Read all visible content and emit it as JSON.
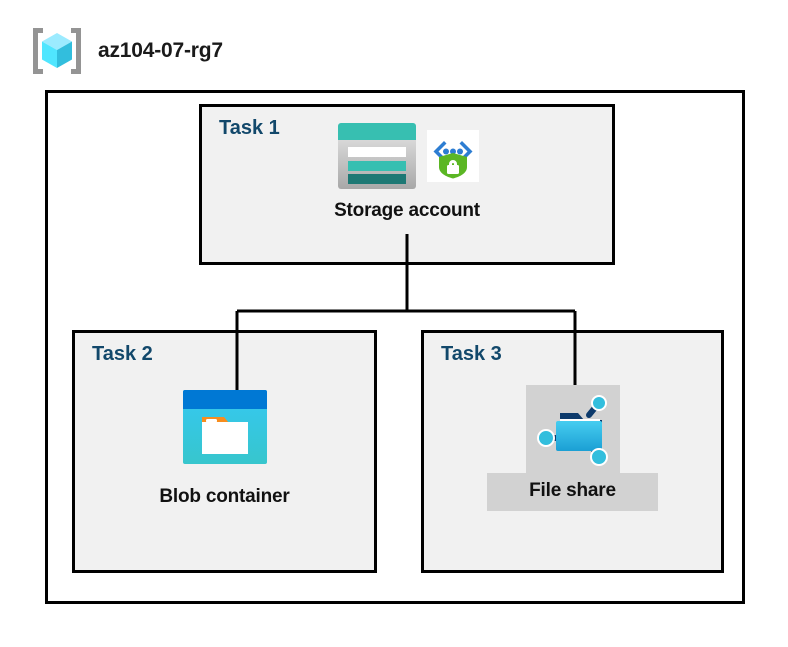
{
  "header": {
    "icon": "resource-group-icon",
    "title": "az104-07-rg7"
  },
  "resource_group": {
    "boundary_label": "",
    "border_color": "#000000"
  },
  "colors": {
    "task_label": "#12486b",
    "box_fill": "#f1f1f1",
    "box_border": "#000000",
    "highlight_gray": "#d2d2d2",
    "storage_teal": "#36bfb1",
    "storage_teal_dark": "#1d7874",
    "blob_blue": "#0078d4",
    "blob_cyan": "#32bedd",
    "blob_orange": "#f78d1e",
    "fileshare_cyan": "#32bedd",
    "fileshare_navy": "#0d3a6b",
    "shield_green": "#5bb624",
    "rg_cube_cyan": "#50e6ff",
    "rg_bracket_gray": "#949494"
  },
  "tasks": [
    {
      "id": "task1",
      "label": "Task 1",
      "node": {
        "caption": "Storage account",
        "icons": [
          "storage-account-icon",
          "secure-endpoint-shield-icon"
        ]
      }
    },
    {
      "id": "task2",
      "label": "Task 2",
      "node": {
        "caption": "Blob container",
        "icons": [
          "blob-container-icon"
        ]
      }
    },
    {
      "id": "task3",
      "label": "Task 3",
      "node": {
        "caption": "File share",
        "icons": [
          "file-share-icon"
        ],
        "highlighted": true
      }
    }
  ],
  "connections": [
    {
      "from": "Storage account",
      "to": "Blob container"
    },
    {
      "from": "Storage account",
      "to": "File share"
    }
  ]
}
